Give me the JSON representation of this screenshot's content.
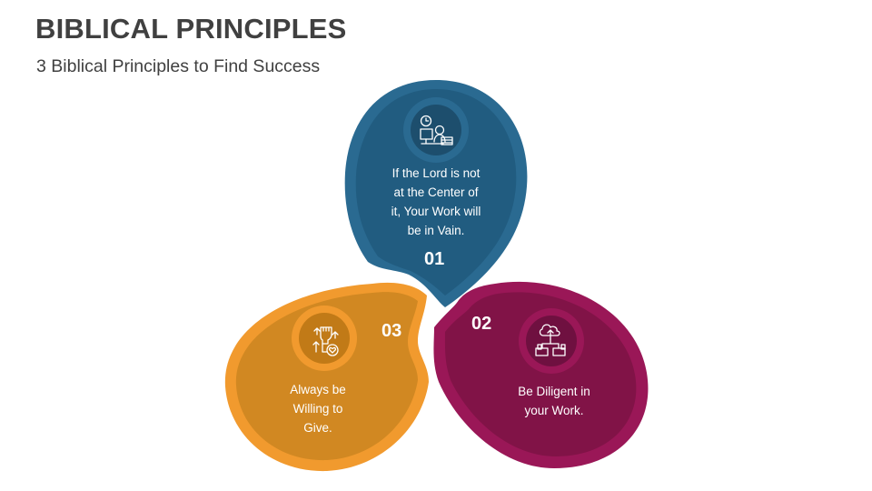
{
  "header": {
    "title": "BIBLICAL PRINCIPLES",
    "subtitle": "3 Biblical Principles to Find Success"
  },
  "principles": [
    {
      "number": "01",
      "text_lines": [
        "If the Lord is not",
        "at the Center of",
        "it, Your Work will",
        "be in Vain."
      ],
      "icon": "person-at-desk-with-clock-icon",
      "color_outer": "#2a6a91",
      "color_inner": "#215c80",
      "color_icon_bg": "#1d4e6d"
    },
    {
      "number": "02",
      "text_lines": [
        "Be Diligent in",
        "your Work."
      ],
      "icon": "cloud-network-devices-icon",
      "color_outer": "#9a1757",
      "color_inner": "#811347",
      "color_icon_bg": "#6f1040"
    },
    {
      "number": "03",
      "text_lines": [
        "Always be",
        "Willing to",
        "Give."
      ],
      "icon": "raised-fist-heart-arrows-icon",
      "color_outer": "#f19a2e",
      "color_inner": "#d18822",
      "color_icon_bg": "#c17a17"
    }
  ]
}
